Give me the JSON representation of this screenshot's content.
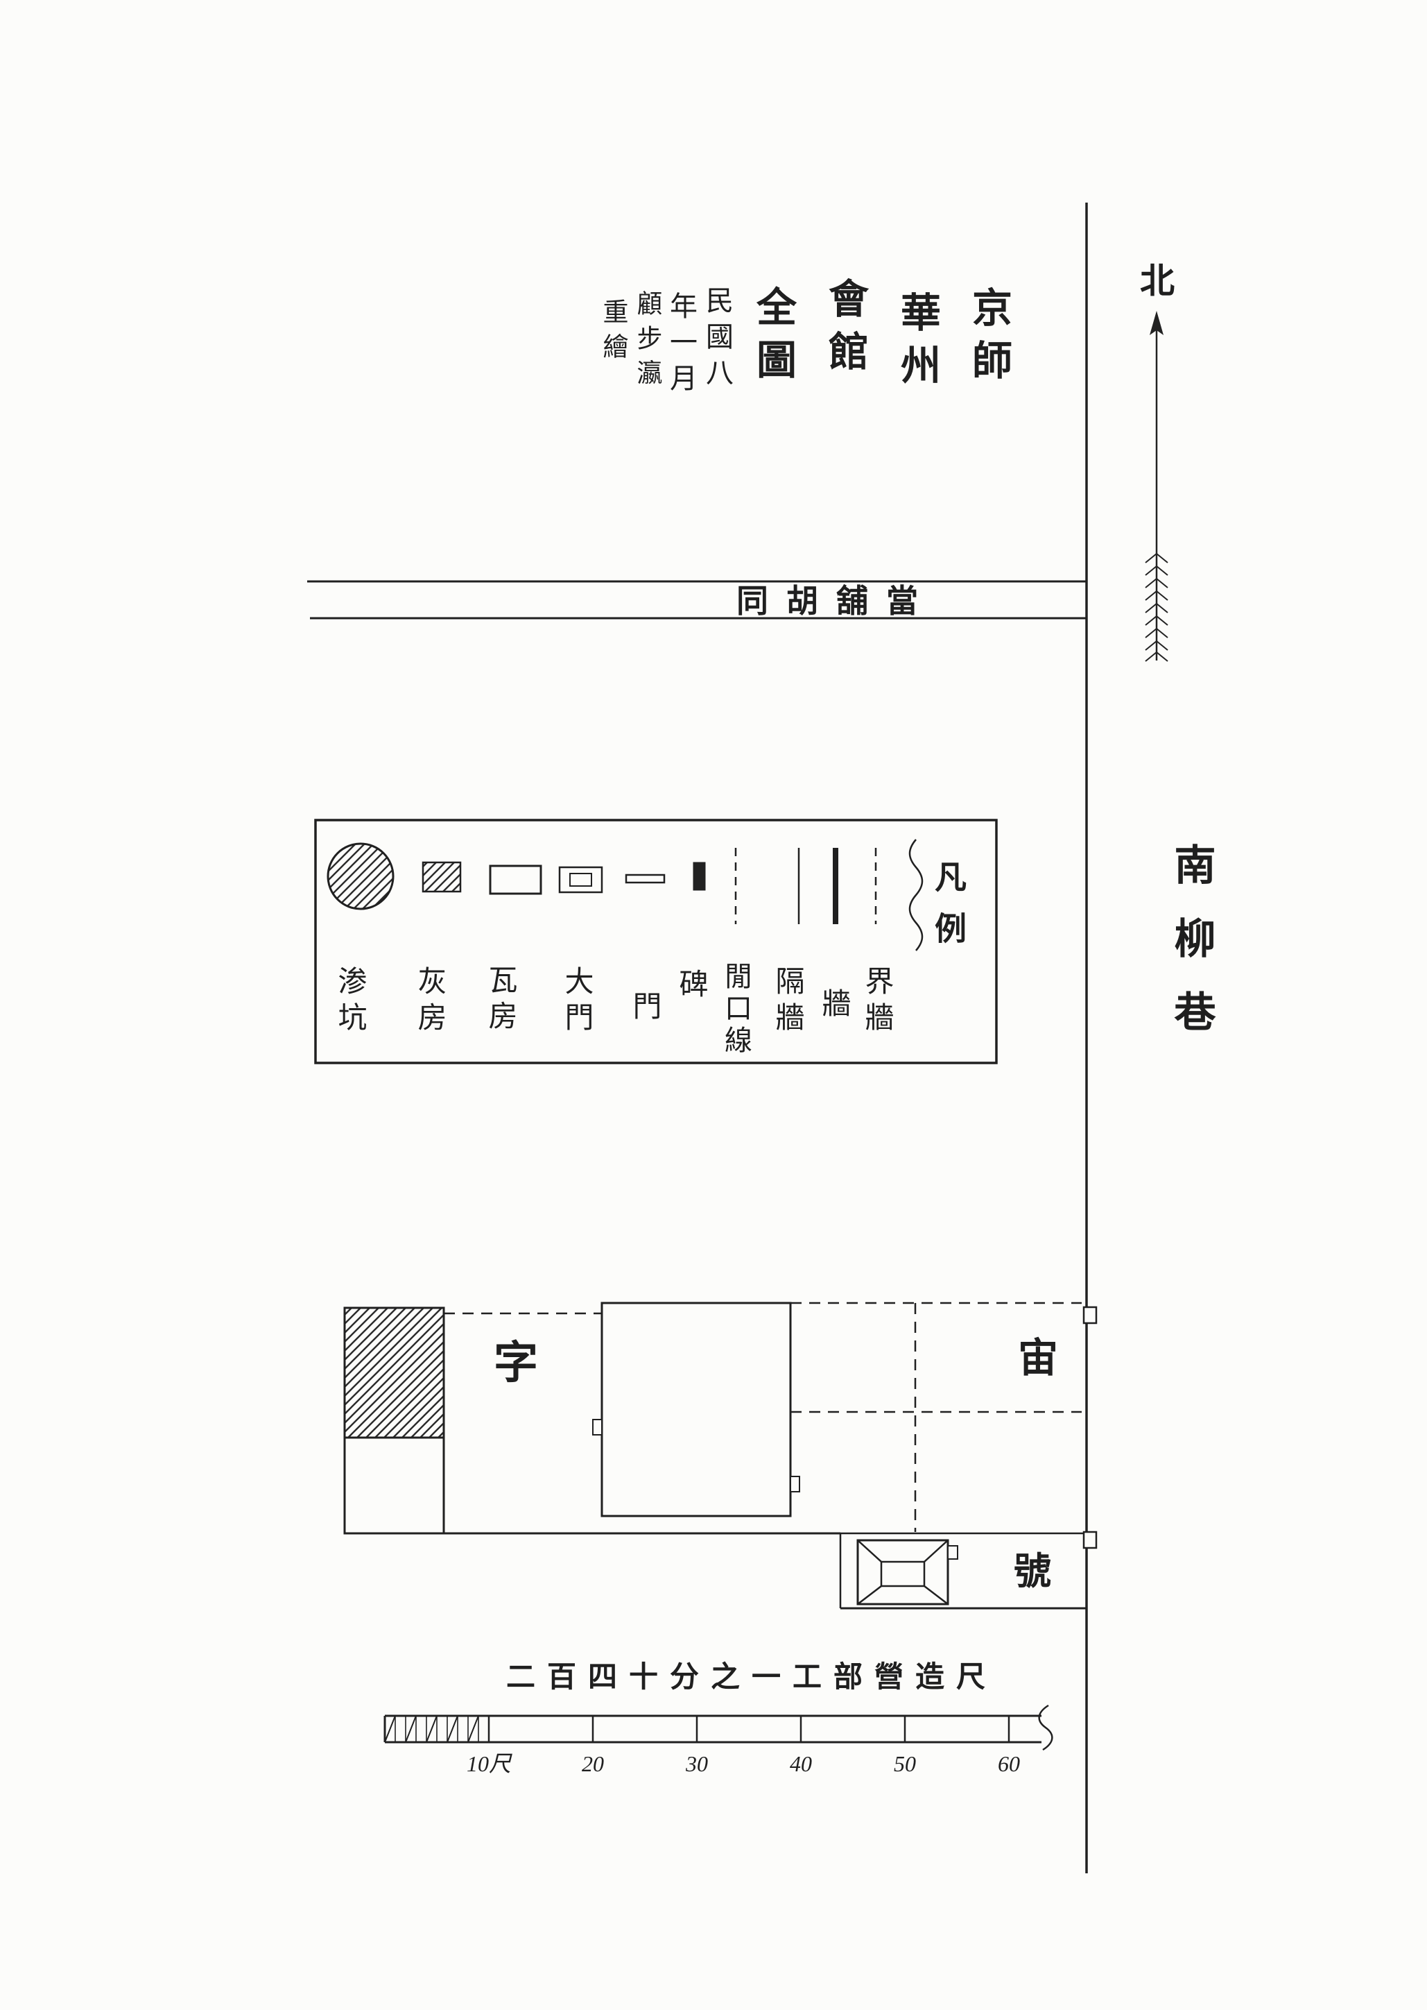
{
  "document": {
    "title_columns": [
      "京師",
      "華州",
      "會館",
      "全圖"
    ],
    "date_columns": [
      "民國八",
      "年一月"
    ],
    "author_columns": [
      "顧步瀛",
      "重繪"
    ]
  },
  "compass": {
    "north": "北"
  },
  "streets": {
    "top_street_display": "同胡舖當",
    "right_street": "南柳巷"
  },
  "legend": {
    "title": "凡例",
    "items": [
      {
        "label": "渗坑",
        "symbol": "hatched-circle"
      },
      {
        "label": "灰房",
        "symbol": "hatched-rect"
      },
      {
        "label": "瓦房",
        "symbol": "open-rect"
      },
      {
        "label": "大門",
        "symbol": "double-rect"
      },
      {
        "label": "門",
        "symbol": "thin-bar"
      },
      {
        "label": "碑",
        "symbol": "filled-rect"
      },
      {
        "label": "閒口線",
        "symbol": "dashed-line"
      },
      {
        "label": "隔牆",
        "symbol": "thin-line"
      },
      {
        "label": "牆",
        "symbol": "thick-line"
      },
      {
        "label": "界牆",
        "symbol": "dashed-line"
      }
    ]
  },
  "plan": {
    "labels": {
      "zi": "字",
      "zhou": "宙",
      "hao": "號"
    }
  },
  "scale_bar": {
    "caption": "二百四十分之一工部營造尺",
    "tick_labels": [
      "10尺",
      "20",
      "30",
      "40",
      "50",
      "60"
    ]
  },
  "colors": {
    "ink": "#222222",
    "paper": "#fcfcfa"
  }
}
